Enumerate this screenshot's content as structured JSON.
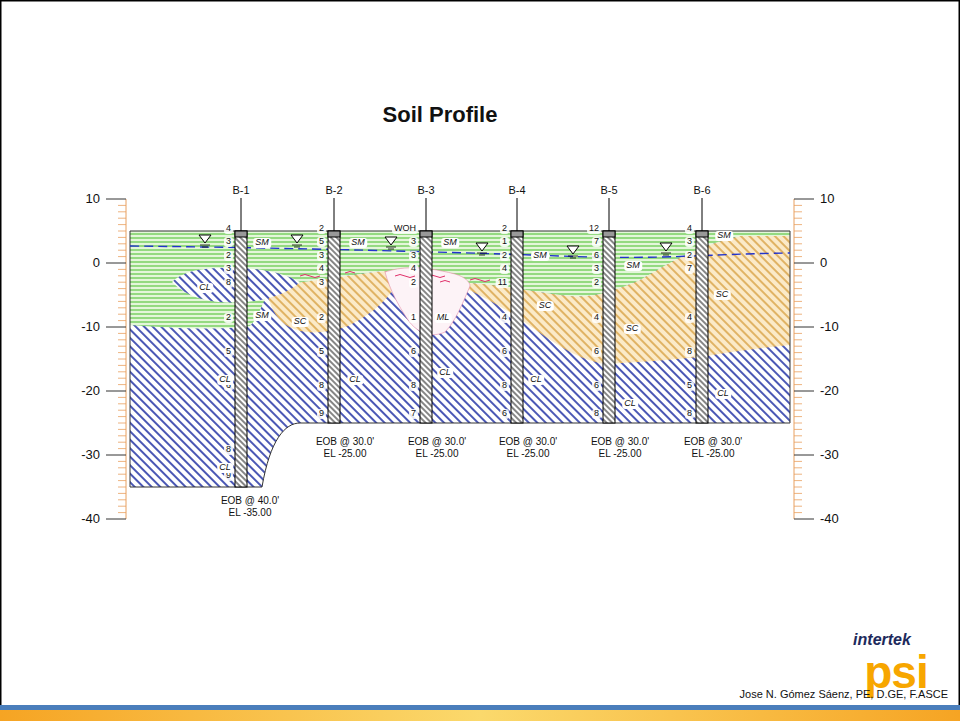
{
  "diagram": {
    "title": "Soil Profile",
    "labels": [
      "10",
      "0",
      "-10",
      "-20",
      "-30",
      "-40",
      "10",
      "0",
      "-10",
      "-20",
      "-30",
      "-40",
      "B-1",
      "B-2",
      "B-3",
      "B-4",
      "B-5",
      "B-6",
      "4",
      "3",
      "2",
      "3",
      "8",
      "2",
      "5",
      "6",
      "8",
      "9",
      "2",
      "5",
      "3",
      "4",
      "3",
      "2",
      "5",
      "8",
      "9",
      "WOH",
      "3",
      "3",
      "4",
      "2",
      "1",
      "6",
      "8",
      "7",
      "2",
      "1",
      "2",
      "4",
      "11",
      "4",
      "6",
      "8",
      "6",
      "12",
      "7",
      "6",
      "3",
      "2",
      "4",
      "6",
      "6",
      "8",
      "4",
      "3",
      "2",
      "7",
      "4",
      "8",
      "5",
      "8",
      "SM",
      "CL",
      "SM",
      "CL",
      "CL",
      "SM",
      "SC",
      "CL",
      "SM",
      "ML",
      "CL",
      "SM",
      "SC",
      "CL",
      "SM",
      "SC",
      "CL",
      "SM",
      "SC",
      "CL",
      "EOB @ 40.0'",
      "EL -35.00",
      "EOB @ 30.0'",
      "EL -25.00",
      "EOB @ 30.0'",
      "EL -25.00",
      "EOB @ 30.0'",
      "EL -25.00",
      "EOB @ 30.0'",
      "EL -25.00",
      "EOB @ 30.0'",
      "EL -25.00",
      "intertek",
      "psi",
      "Jose N. Gómez Sáenz, PE, D.GE, F.ASCE"
    ]
  }
}
